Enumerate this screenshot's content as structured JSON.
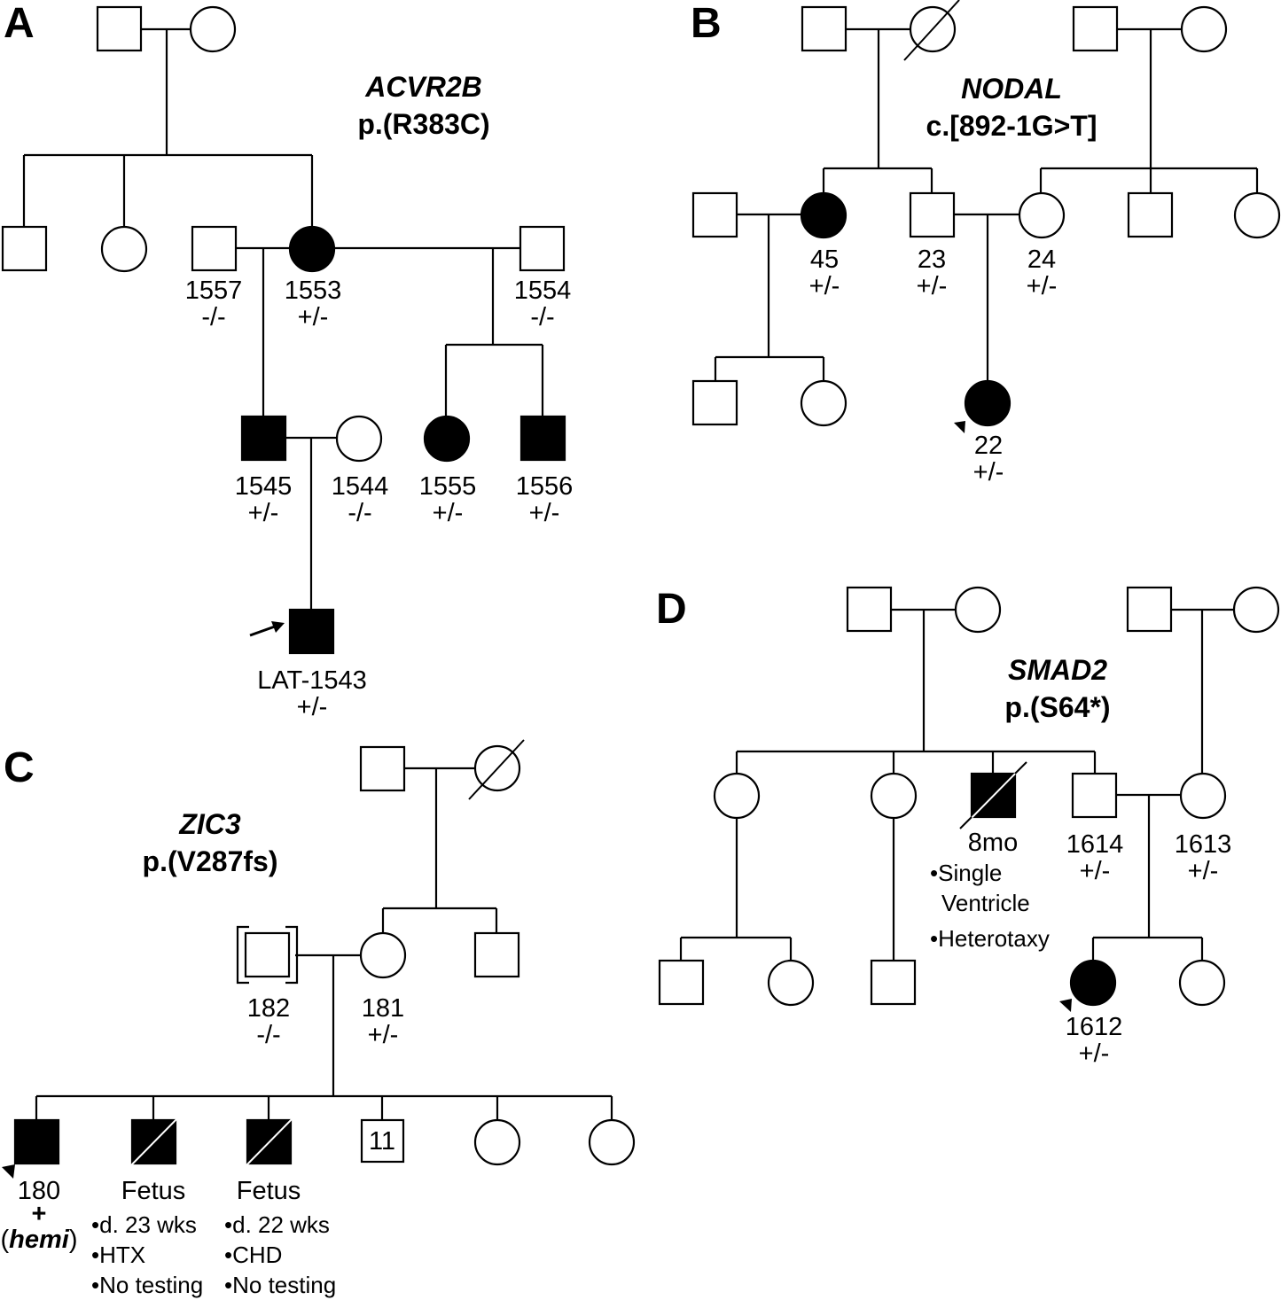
{
  "panels": {
    "A": {
      "label": "A",
      "gene": "ACVR2B",
      "variant": "p.(R383C)",
      "individuals": {
        "i1557": {
          "id": "1557",
          "genotype": "-/-"
        },
        "i1553": {
          "id": "1553",
          "genotype": "+/-"
        },
        "i1554": {
          "id": "1554",
          "genotype": "-/-"
        },
        "i1545": {
          "id": "1545",
          "genotype": "+/-"
        },
        "i1544": {
          "id": "1544",
          "genotype": "-/-"
        },
        "i1555": {
          "id": "1555",
          "genotype": "+/-"
        },
        "i1556": {
          "id": "1556",
          "genotype": "+/-"
        },
        "proband": {
          "id": "LAT-1543",
          "genotype": "+/-"
        }
      }
    },
    "B": {
      "label": "B",
      "gene": "NODAL",
      "variant": "c.[892-1G>T]",
      "individuals": {
        "i45": {
          "id": "45",
          "genotype": "+/-"
        },
        "i23": {
          "id": "23",
          "genotype": "+/-"
        },
        "i24": {
          "id": "24",
          "genotype": "+/-"
        },
        "i22": {
          "id": "22",
          "genotype": "+/-"
        }
      }
    },
    "C": {
      "label": "C",
      "gene": "ZIC3",
      "variant": "p.(V287fs)",
      "individuals": {
        "i182": {
          "id": "182",
          "genotype": "-/-"
        },
        "i181": {
          "id": "181",
          "genotype": "+/-"
        },
        "i180": {
          "id": "180",
          "genotype": "+",
          "genotype_note": "hemi"
        },
        "fetus1": {
          "id": "Fetus",
          "notes": [
            "d. 23 wks",
            "HTX",
            "No testing"
          ]
        },
        "fetus2": {
          "id": "Fetus",
          "notes": [
            "d. 22 wks",
            "CHD",
            "No testing"
          ]
        },
        "sibs": {
          "count": "11"
        }
      }
    },
    "D": {
      "label": "D",
      "gene": "SMAD2",
      "variant": "p.(S64*)",
      "individuals": {
        "deceased": {
          "age": "8mo",
          "notes": [
            "Single",
            "Ventricle",
            "Heterotaxy"
          ]
        },
        "i1614": {
          "id": "1614",
          "genotype": "+/-"
        },
        "i1613": {
          "id": "1613",
          "genotype": "+/-"
        },
        "i1612": {
          "id": "1612",
          "genotype": "+/-"
        }
      }
    }
  },
  "bullet": "•",
  "symbol_colors": {
    "affected": "#000000",
    "unaffected": "#ffffff",
    "line": "#000000"
  }
}
